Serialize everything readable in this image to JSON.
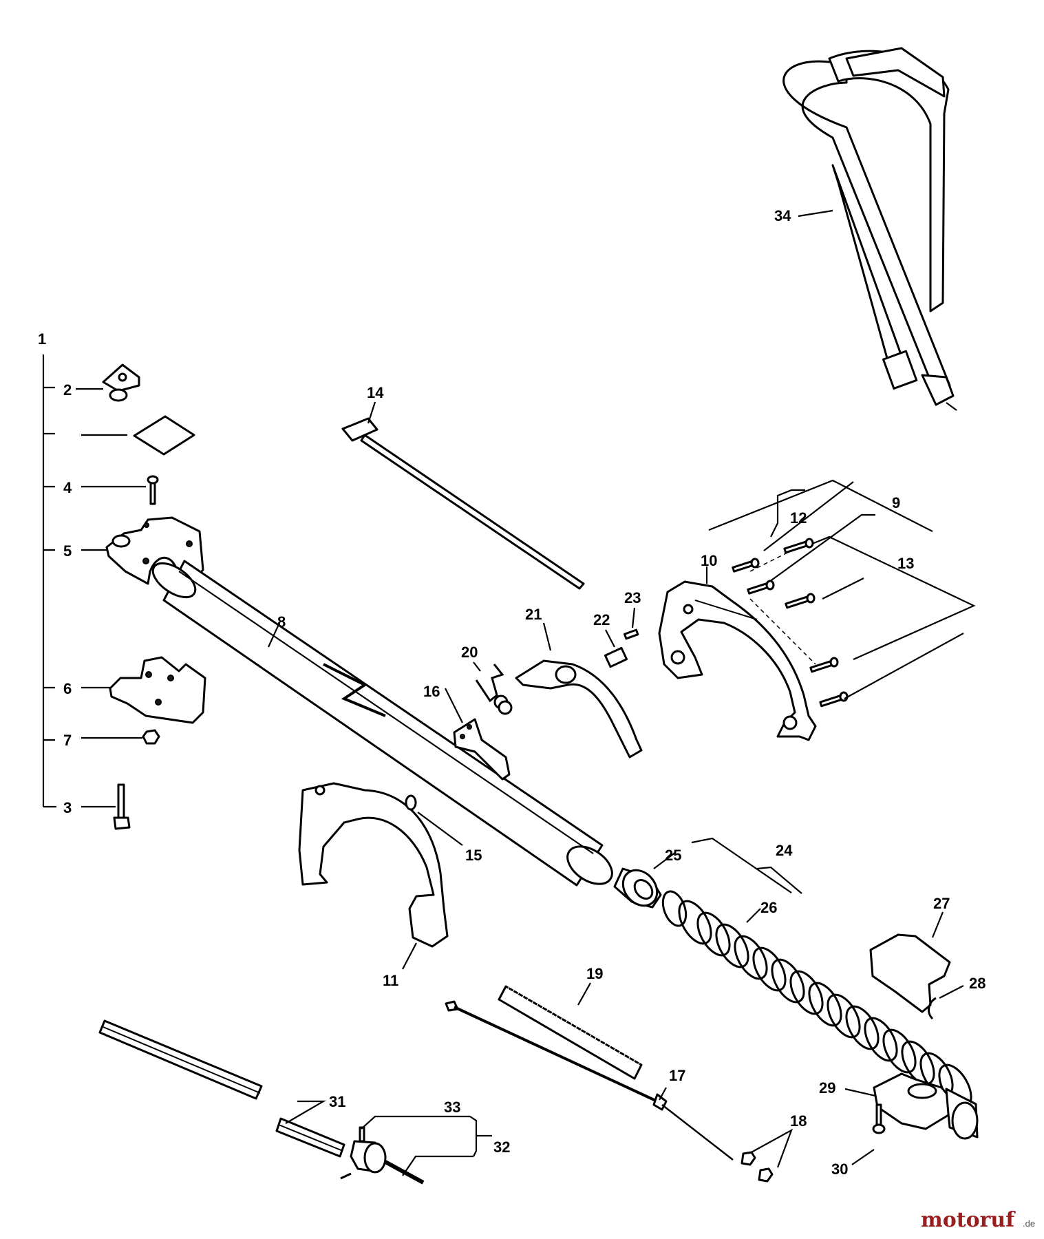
{
  "callouts": {
    "c1": "1",
    "c2": "2",
    "c3": "3",
    "c4": "4",
    "c5": "5",
    "c6": "6",
    "c7": "7",
    "c8": "8",
    "c9": "9",
    "c10": "10",
    "c11": "11",
    "c12": "12",
    "c13": "13",
    "c14": "14",
    "c15": "15",
    "c16": "16",
    "c17": "17",
    "c18": "18",
    "c19": "19",
    "c20": "20",
    "c21": "21",
    "c22": "22",
    "c23": "23",
    "c24": "24",
    "c25": "25",
    "c26": "26",
    "c27": "27",
    "c28": "28",
    "c29": "29",
    "c30": "30",
    "c31": "31",
    "c32": "32",
    "c33": "33",
    "c34": "34"
  },
  "watermark": {
    "brand": "motoruf",
    "domain": ".de"
  }
}
